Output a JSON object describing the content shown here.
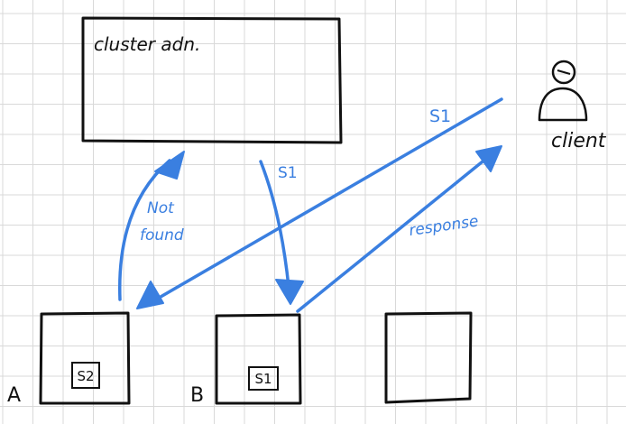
{
  "diagram": {
    "cluster_box_label": "cluster adn.",
    "client_label": "client",
    "arrow_labels": {
      "not_found_line1": "Not",
      "not_found_line2": "found",
      "s1_down": "S1",
      "s1_client": "S1",
      "response": "response"
    },
    "nodes": [
      {
        "label": "A",
        "shard": "S2"
      },
      {
        "label": "B",
        "shard": "S1"
      },
      {
        "label": "",
        "shard": ""
      }
    ]
  },
  "colors": {
    "ink": "#111111",
    "arrow": "#3a7fe0",
    "grid": "#d9d9d9",
    "background": "#ffffff"
  }
}
